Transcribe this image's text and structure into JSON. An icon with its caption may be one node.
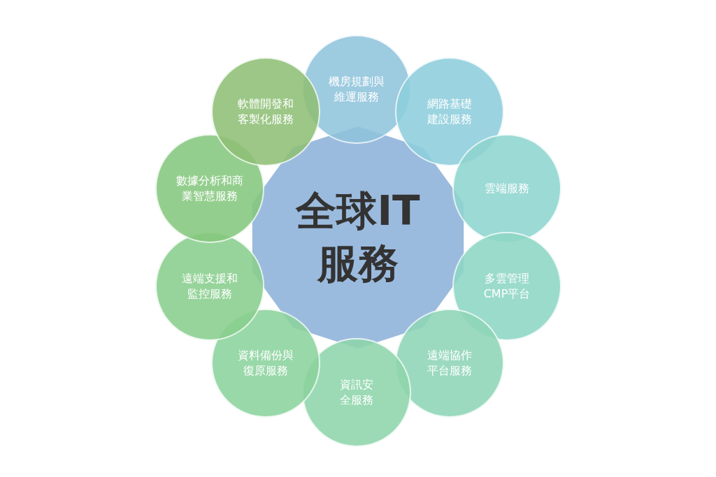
{
  "diagram": {
    "nodes": [
      {
        "text": [
          "全球IT服務"
        ]
      },
      {
        "text": [
          "機房規劃與維運服務"
        ]
      },
      {
        "text": [
          "網路基礎建設服務"
        ]
      },
      {
        "text": [
          "雲端服務"
        ]
      },
      {
        "text": [
          "多雲管理CMP平台"
        ]
      },
      {
        "text": [
          "遠端協作平台服務"
        ]
      },
      {
        "text": [
          "資訊安全服務"
        ]
      },
      {
        "text": [
          "資料備份與復原服務"
        ]
      },
      {
        "text": [
          "遠端支援和監控服務"
        ]
      },
      {
        "text": [
          "數據分析和商業智慧服務"
        ]
      },
      {
        "text": [
          "軟體開發和客製化服務"
        ]
      }
    ]
  }
}
